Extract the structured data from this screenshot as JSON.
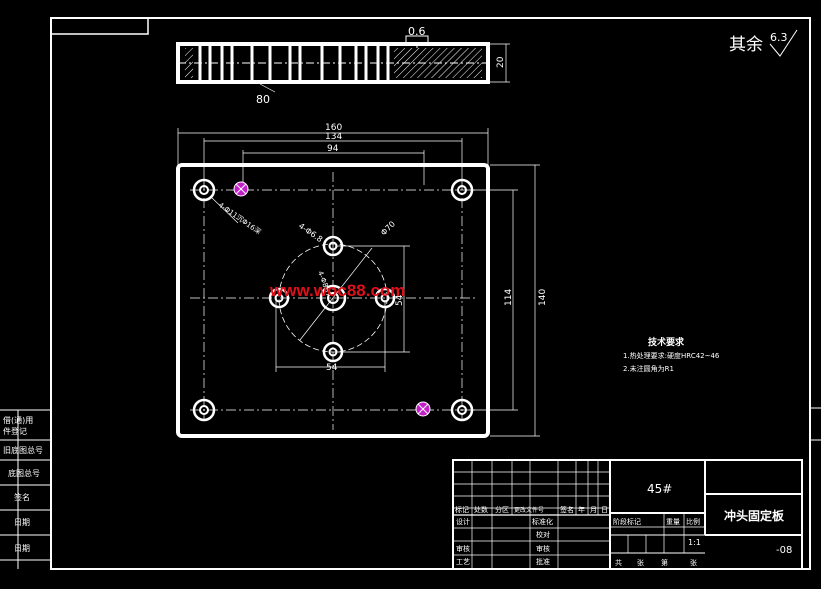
{
  "drawing": {
    "roughness_prefix": "其余",
    "roughness_value": "6.3",
    "side_view": {
      "flatness": "0.6",
      "thickness": "20",
      "bottom_label": "80"
    },
    "dims": {
      "w160": "160",
      "w134": "134",
      "w94": "94",
      "h140": "140",
      "h114": "114",
      "h54": "54",
      "w54": "54",
      "circle_dia": "Φ70",
      "small1": "4-Φ6.8",
      "small2": "4-Φ8H7",
      "hole_note": "4-Φ11沉Φ16深"
    },
    "watermark": "www.woc88.com",
    "tech": {
      "title": "技术要求",
      "line1": "1.热处理要求:硬度HRC42~46",
      "line2": "2.未注圆角为R1"
    },
    "left_strip": {
      "s1": "借(通)用",
      "s2": "件登记",
      "s3": "旧底图总号",
      "s4": "底图总号",
      "s5": "签名",
      "s6": "日期",
      "s7": "日期"
    },
    "title_block": {
      "material": "45#",
      "part_name": "冲头固定板",
      "drawing_no": "-08",
      "rev_header": [
        "标记",
        "处数",
        "分区",
        "更改文件号",
        "签名",
        "年",
        "月",
        "日"
      ],
      "row_labels": [
        "设计",
        "审核",
        "工艺"
      ],
      "mid_labels": [
        "标准化",
        "校对",
        "审核",
        "批准"
      ],
      "stage_header": [
        "阶段标记",
        "重量",
        "比例"
      ],
      "scale": "1:1",
      "sheet": [
        "共",
        "张",
        "第",
        "张"
      ]
    }
  }
}
